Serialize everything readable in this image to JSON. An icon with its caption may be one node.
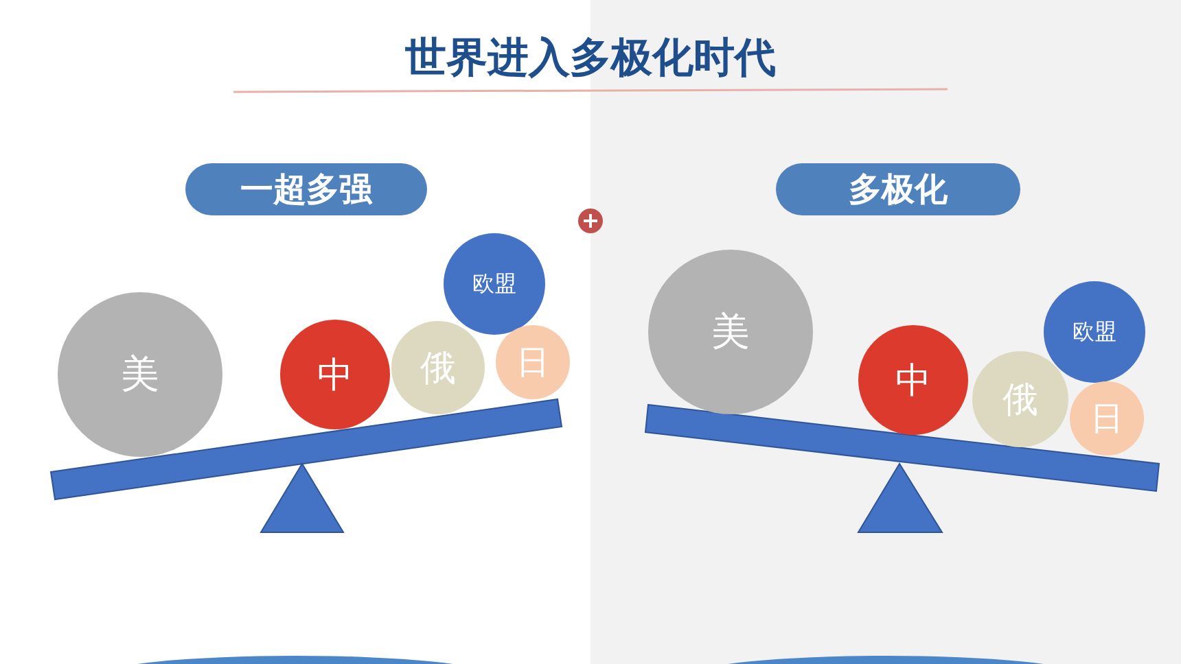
{
  "diagram": {
    "title": "世界进入多极化时代",
    "nodes": [
      {
        "text": [
          "一超多强"
        ]
      },
      {
        "text": [
          "美"
        ]
      },
      {
        "text": [
          "中"
        ]
      },
      {
        "text": [
          "俄"
        ]
      },
      {
        "text": [
          "欧盟"
        ]
      },
      {
        "text": [
          "日"
        ]
      },
      {
        "text": [
          "多极化"
        ]
      },
      {
        "text": [
          "美"
        ]
      },
      {
        "text": [
          "中"
        ]
      },
      {
        "text": [
          "俄"
        ]
      },
      {
        "text": [
          "欧盟"
        ]
      },
      {
        "text": [
          "日"
        ]
      }
    ]
  }
}
